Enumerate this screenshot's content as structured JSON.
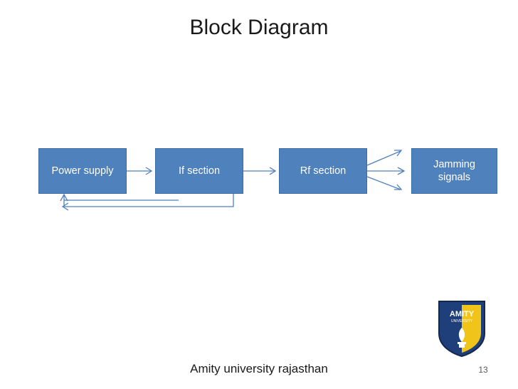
{
  "slide": {
    "title": "Block Diagram",
    "footer": "Amity university rajasthan",
    "slide_number": "13"
  },
  "diagram": {
    "type": "block-diagram",
    "blocks": [
      {
        "id": "power-supply",
        "label": "Power supply"
      },
      {
        "id": "if-section",
        "label": "If  section"
      },
      {
        "id": "rf-section",
        "label": "Rf  section"
      },
      {
        "id": "jamming-signals",
        "label": "Jamming\nsignals"
      }
    ],
    "connections": [
      {
        "from": "power-supply",
        "to": "if-section"
      },
      {
        "from": "if-section",
        "to": "rf-section"
      },
      {
        "from": "rf-section",
        "to": "jamming-signals"
      },
      {
        "from": "rf-section",
        "to": "power-supply",
        "style": "feedback"
      }
    ],
    "colors": {
      "block_fill": "#4f81bd",
      "block_text": "#ffffff",
      "connector": "#4f81bd"
    }
  },
  "logo": {
    "name": "amity-university-logo",
    "top_text": "AMITY",
    "sub_text": "UNIVERSITY"
  }
}
